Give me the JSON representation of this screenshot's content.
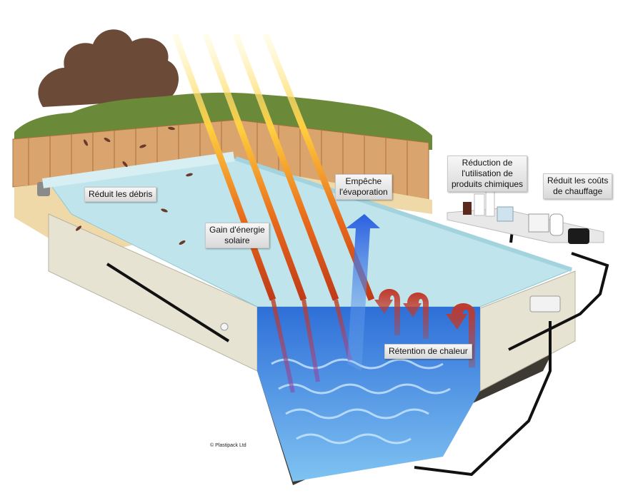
{
  "labels": {
    "debris": "Réduit les débris",
    "solar": "Gain d'énergie\nsolaire",
    "evaporation": "Empêche\nl'évaporation",
    "chemicals": "Réduction de\nl'utilisation de\nproduits chimiques",
    "heating": "Réduit les coûts\nde chauffage",
    "heat_retention": "Rétention de chaleur"
  },
  "credit": "© Plastipack Ltd",
  "colors": {
    "fence": "#d9a46e",
    "hedge": "#6a8a3a",
    "tree": "#6b4a38",
    "deck": "#efd9a8",
    "pool_cover": "#bfe4ec",
    "water": "#3f8fe0",
    "wall": "#e6e3d3",
    "shadow": "#3c3a33",
    "sun_ray": "#ffd040",
    "heat_arrow": "#c0392b",
    "evaporation_arrow": "#2f6fe0"
  },
  "icons": [
    "tree-icon",
    "fence-icon",
    "sun-ray-icon",
    "evaporation-arrow-icon",
    "heat-arrow-icon",
    "pump-icon",
    "chemical-bottles-icon",
    "skimmer-icon",
    "cover-reel-icon",
    "leaf-icon"
  ]
}
